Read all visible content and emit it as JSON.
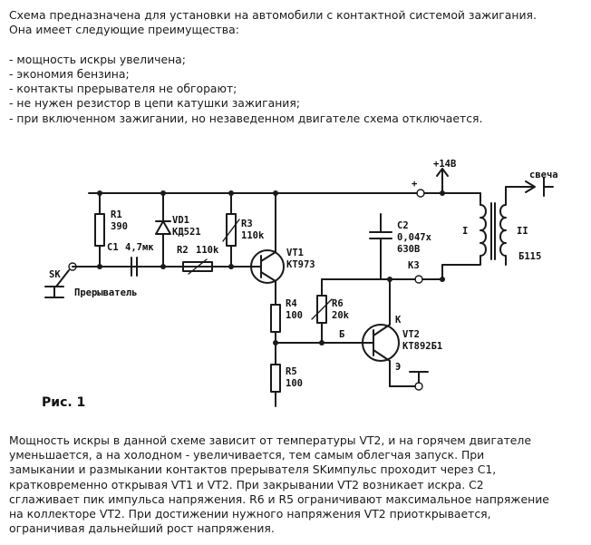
{
  "intro": {
    "line1": "Схема предназначена для установки на автомобили с контактной системой зажигания.",
    "line2": "Она имеет следующие преимущества:",
    "items": [
      "- мощность искры увеличена;",
      "- экономия бензина;",
      "- контакты прерывателя не обгорают;",
      "- не нужен резистор в цепи катушки зажигания;",
      "- при включенном зажигании, но незаведенном двигателе схема отключается."
    ]
  },
  "schematic": {
    "caption": "Рис. 1",
    "labels": {
      "r1": "R1",
      "r1v": "390",
      "c1": "C1",
      "c1v": "4,7мк",
      "vd1": "VD1",
      "vd1v": "КД521",
      "r2": "R2",
      "r2v": "110k",
      "r3": "R3",
      "r3v": "110k",
      "vt1": "VT1",
      "vt1v": "КТ973",
      "r4": "R4",
      "r4v": "100",
      "r5": "R5",
      "r5v": "100",
      "r6": "R6",
      "r6v": "20k",
      "c2": "C2",
      "c2v": "0,047х",
      "c2v2": "630В",
      "vt2": "VT2",
      "vt2v": "КТ892Б1",
      "vplus": "+14В",
      "plus": "+",
      "k3": "К3",
      "k": "К",
      "b": "Б",
      "e": "Э",
      "coil1": "I",
      "coil2": "II",
      "coil": "Б115",
      "spark": "свеча",
      "sk": "SK",
      "breaker": "Прерыватель"
    }
  },
  "outro": {
    "lines": [
      "Мощность искры в данной схеме зависит от температуры VT2, и на горячем двигателе",
      "уменьшается, а на холодном - увеличивается, тем самым облегчая запуск. При",
      "замыкании и размыкании контактов прерывателя SKимпульс проходит через C1,",
      "кратковременно открывая VT1 и VT2. При закрывании VT2 возникает искра. C2",
      "сглаживает пик импульса напряжения. R6 и R5 ограничивают максимальное напряжение",
      "на коллекторе VT2. При достижении нужного напряжения VT2 приоткрывается,",
      "ограничивая дальнейший рост напряжения."
    ]
  }
}
